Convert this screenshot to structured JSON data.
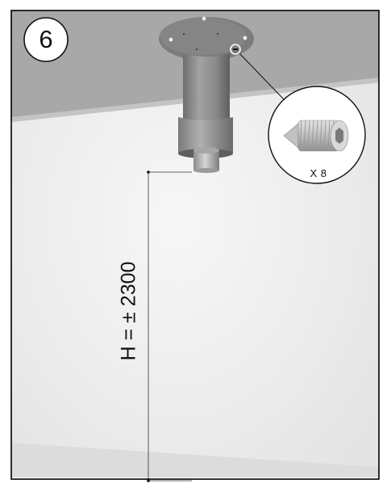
{
  "step": {
    "number": "6"
  },
  "detail": {
    "quantity": "X 8",
    "part_icon": "set-screw-icon"
  },
  "dimension": {
    "label": "H = ± 2300"
  },
  "colors": {
    "ceiling": "#a9a9a9",
    "wall": "#efefef",
    "pipe": "#8c8c8c",
    "flange": "#7e7e7e",
    "frame": "#000000"
  }
}
